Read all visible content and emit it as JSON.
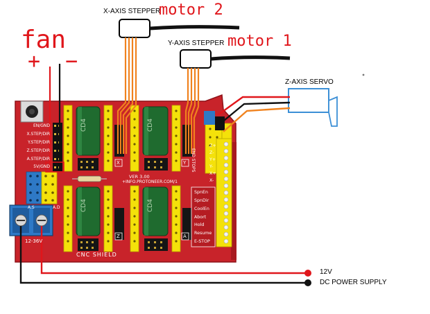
{
  "annotations": {
    "x_axis_stepper": "X-AXIS STEPPER",
    "motor_2": "motor 2",
    "y_axis_stepper": "Y-AXIS STEPPER",
    "motor_1": "motor 1",
    "fan": "fan",
    "fan_plus": "+",
    "fan_minus": "−",
    "z_axis_servo": "Z-AXIS SERVO",
    "v12": "12V",
    "dc_power_supply": "DC POWER SUPPLY"
  },
  "board": {
    "left_labels": [
      "EN/GND",
      "X.STEP/DIR",
      "Y.STEP/DIR",
      "Z.STEP/DIR",
      "A.STEP/DIR",
      "5V/GND"
    ],
    "version": "VER 3.00",
    "website": "+INFO.PROTONEER.COM/1",
    "name": "CNC SHIELD",
    "power_label": "12-36V",
    "driver_chip": "CD4",
    "end_stops": "END STOPS",
    "end_stop_pins": [
      "Z+",
      "Z-",
      "Y+",
      "Y-",
      "X+",
      "X-"
    ],
    "control_pins": [
      "SpnEn",
      "SpnDir",
      "CoolEn",
      "Abort",
      "Hold",
      "Resume",
      "E-STOP"
    ],
    "axis_marks": [
      "X",
      "Y",
      "Z",
      "A"
    ],
    "misc_labels": [
      "A.D",
      "A.S"
    ]
  },
  "colors": {
    "board": "#c8232a",
    "header_yellow": "#f4e10a",
    "wire_orange": "#f0821e",
    "wire_red": "#e0161b",
    "capacitor": "#1f6b2f",
    "terminal_blue": "#2e79c6"
  }
}
